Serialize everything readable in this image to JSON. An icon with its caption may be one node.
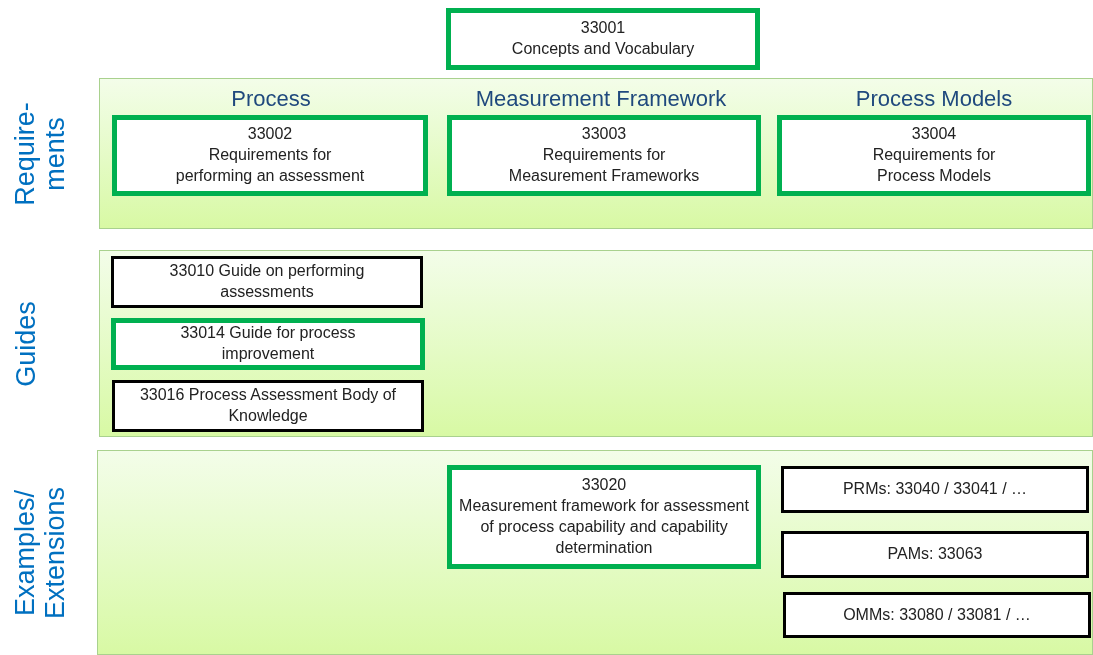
{
  "diagram": {
    "nodes": [
      {
        "text": [
          "33001",
          "Concepts and Vocabulary"
        ]
      },
      {
        "text": [
          "Require- ments"
        ]
      },
      {
        "text": [
          "33002",
          "Requirements for performing an assessment"
        ],
        "in": 1
      },
      {
        "text": [
          "33003",
          "Requirements for Measurement Frameworks"
        ],
        "in": 1
      },
      {
        "text": [
          "33004",
          "Requirements for Process Models"
        ],
        "in": 1
      },
      {
        "text": [
          "Guides"
        ]
      },
      {
        "text": [
          "33010 Guide on performing assessments"
        ],
        "in": 5
      },
      {
        "text": [
          "33014 Guide for process improvement"
        ],
        "in": 5
      },
      {
        "text": [
          "33016 Process Assessment Body of Knowledge"
        ],
        "in": 5
      },
      {
        "text": [
          "Examples/ Extensions"
        ]
      },
      {
        "text": [
          "33020",
          "Measurement framework for assessment of process capability and capability determination"
        ],
        "in": 9
      },
      {
        "text": [
          "PRMs: 33040 / 33041 / …"
        ],
        "in": 9
      },
      {
        "text": [
          "PAMs: 33063"
        ],
        "in": 9
      },
      {
        "text": [
          "OMMs: 33080 / 33081 / …"
        ],
        "in": 9
      }
    ],
    "labels": [
      "Process",
      "Measurement Framework",
      "Process Models"
    ]
  }
}
